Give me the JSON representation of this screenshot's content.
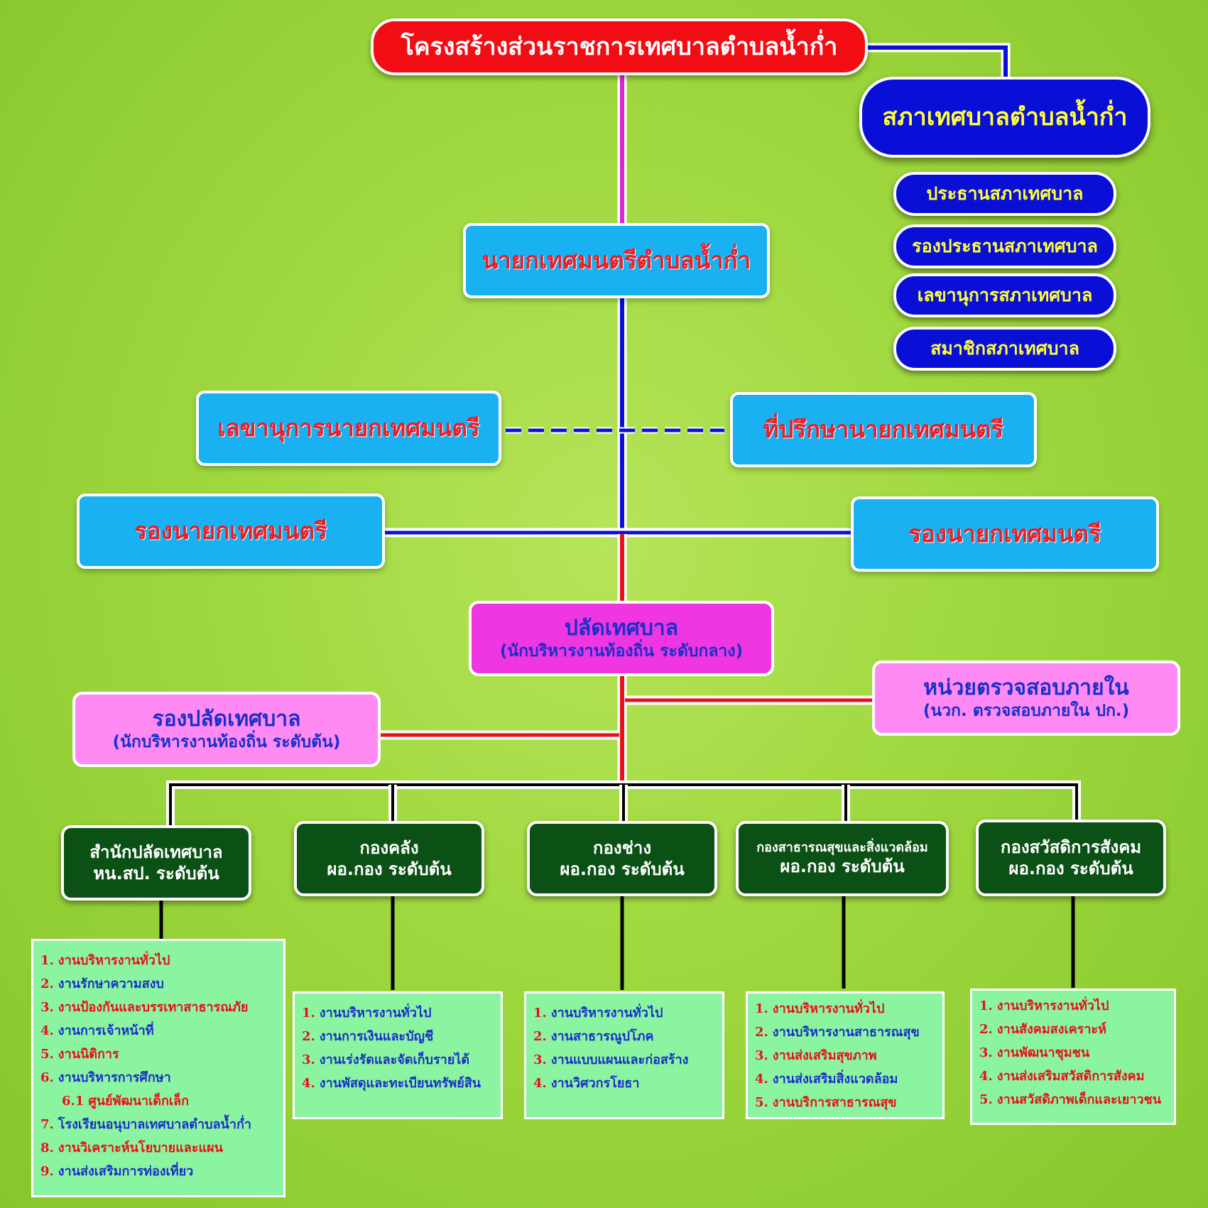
{
  "title": "โครงสร้างส่วนราชการเทศบาลตำบลน้ำก่ำ",
  "council": {
    "name": "สภาเทศบาลตำบลน้ำก่ำ",
    "members": [
      "ประธานสภาเทศบาล",
      "รองประธานสภาเทศบาล",
      "เลขานุการสภาเทศบาล",
      "สมาชิกสภาเทศบาล"
    ]
  },
  "mayor": "นายกเทศมนตรีตำบลน้ำก่ำ",
  "mayor_secretary": "เลขานุการนายกเทศมนตรี",
  "mayor_advisor": "ที่ปรึกษานายกเทศมนตรี",
  "deputy_mayor_left": "รองนายกเทศมนตรี",
  "deputy_mayor_right": "รองนายกเทศมนตรี",
  "clerk": {
    "title": "ปลัดเทศบาล",
    "subtitle": "(นักบริหารงานท้องถิ่น ระดับกลาง)"
  },
  "deputy_clerk": {
    "title": "รองปลัดเทศบาล",
    "subtitle": "(นักบริหารงานท้องถิ่น ระดับต้น)"
  },
  "audit": {
    "title": "หน่วยตรวจสอบภายใน",
    "subtitle": "(นวก. ตรวจสอบภายใน ปก.)"
  },
  "colors": {
    "title_red": "#f20c14",
    "council_blue": "#0a0fd8",
    "council_text": "#ffff3a",
    "cyan": "#19b1f1",
    "magenta": "#ef36e1",
    "pink": "#ff8af4",
    "dept_green": "#0b5014",
    "duty_green": "#8af4a0"
  },
  "departments": [
    {
      "name": "สำนักปลัดเทศบาล",
      "head": "หน.สป. ระดับต้น",
      "duties": [
        {
          "num": "1.",
          "text": "งานบริหารงานทั่วไป"
        },
        {
          "num": "2.",
          "text": "งานรักษาความสงบ"
        },
        {
          "num": "3.",
          "text": "งานป้องกันและบรรเทาสาธารณภัย"
        },
        {
          "num": "4.",
          "text": "งานการเจ้าหน้าที่"
        },
        {
          "num": "5.",
          "text": "งานนิติการ"
        },
        {
          "num": "6.",
          "text": "งานบริหารการศึกษา"
        },
        {
          "num": "6.1",
          "text": "ศูนย์พัฒนาเด็กเล็ก"
        },
        {
          "num": "7.",
          "text": "โรงเรียนอนุบาลเทศบาลตำบลน้ำก่ำ"
        },
        {
          "num": "8.",
          "text": "งานวิเคราะห์นโยบายและแผน"
        },
        {
          "num": "9.",
          "text": "งานส่งเสริมการท่องเที่ยว"
        }
      ]
    },
    {
      "name": "กองคลัง",
      "head": "ผอ.กอง ระดับต้น",
      "duties": [
        {
          "num": "1.",
          "text": "งานบริหารงานทั่วไป"
        },
        {
          "num": "2.",
          "text": "งานการเงินและบัญชี"
        },
        {
          "num": "3.",
          "text": "งานเร่งรัดและจัดเก็บรายได้"
        },
        {
          "num": "4.",
          "text": "งานพัสดุและทะเบียนทรัพย์สิน"
        }
      ]
    },
    {
      "name": "กองช่าง",
      "head": "ผอ.กอง ระดับต้น",
      "duties": [
        {
          "num": "1.",
          "text": "งานบริหารงานทั่วไป"
        },
        {
          "num": "2.",
          "text": "งานสาธารณูปโภค"
        },
        {
          "num": "3.",
          "text": "งานแบบแผนและก่อสร้าง"
        },
        {
          "num": "4.",
          "text": "งานวิศวกรโยธา"
        }
      ]
    },
    {
      "name": "กองสาธารณสุขและสิ่งแวดล้อม",
      "head": "ผอ.กอง ระดับต้น",
      "duties": [
        {
          "num": "1.",
          "text": "งานบริหารงานทั่วไป"
        },
        {
          "num": "2.",
          "text": "งานบริหารงานสาธารณสุข"
        },
        {
          "num": "3.",
          "text": "งานส่งเสริมสุขภาพ"
        },
        {
          "num": "4.",
          "text": "งานส่งเสริมสิ่งแวดล้อม"
        },
        {
          "num": "5.",
          "text": "งานบริการสาธารณสุข"
        }
      ]
    },
    {
      "name": "กองสวัสดิการสังคม",
      "head": "ผอ.กอง ระดับต้น",
      "duties": [
        {
          "num": "1.",
          "text": "งานบริหารงานทั่วไป"
        },
        {
          "num": "2.",
          "text": "งานสังคมสงเคราะห์"
        },
        {
          "num": "3.",
          "text": "งานพัฒนาชุมชน"
        },
        {
          "num": "4.",
          "text": "งานส่งเสริมสวัสดิการสังคม"
        },
        {
          "num": "5.",
          "text": "งานสวัสดิภาพเด็กและเยาวชน"
        }
      ]
    }
  ]
}
